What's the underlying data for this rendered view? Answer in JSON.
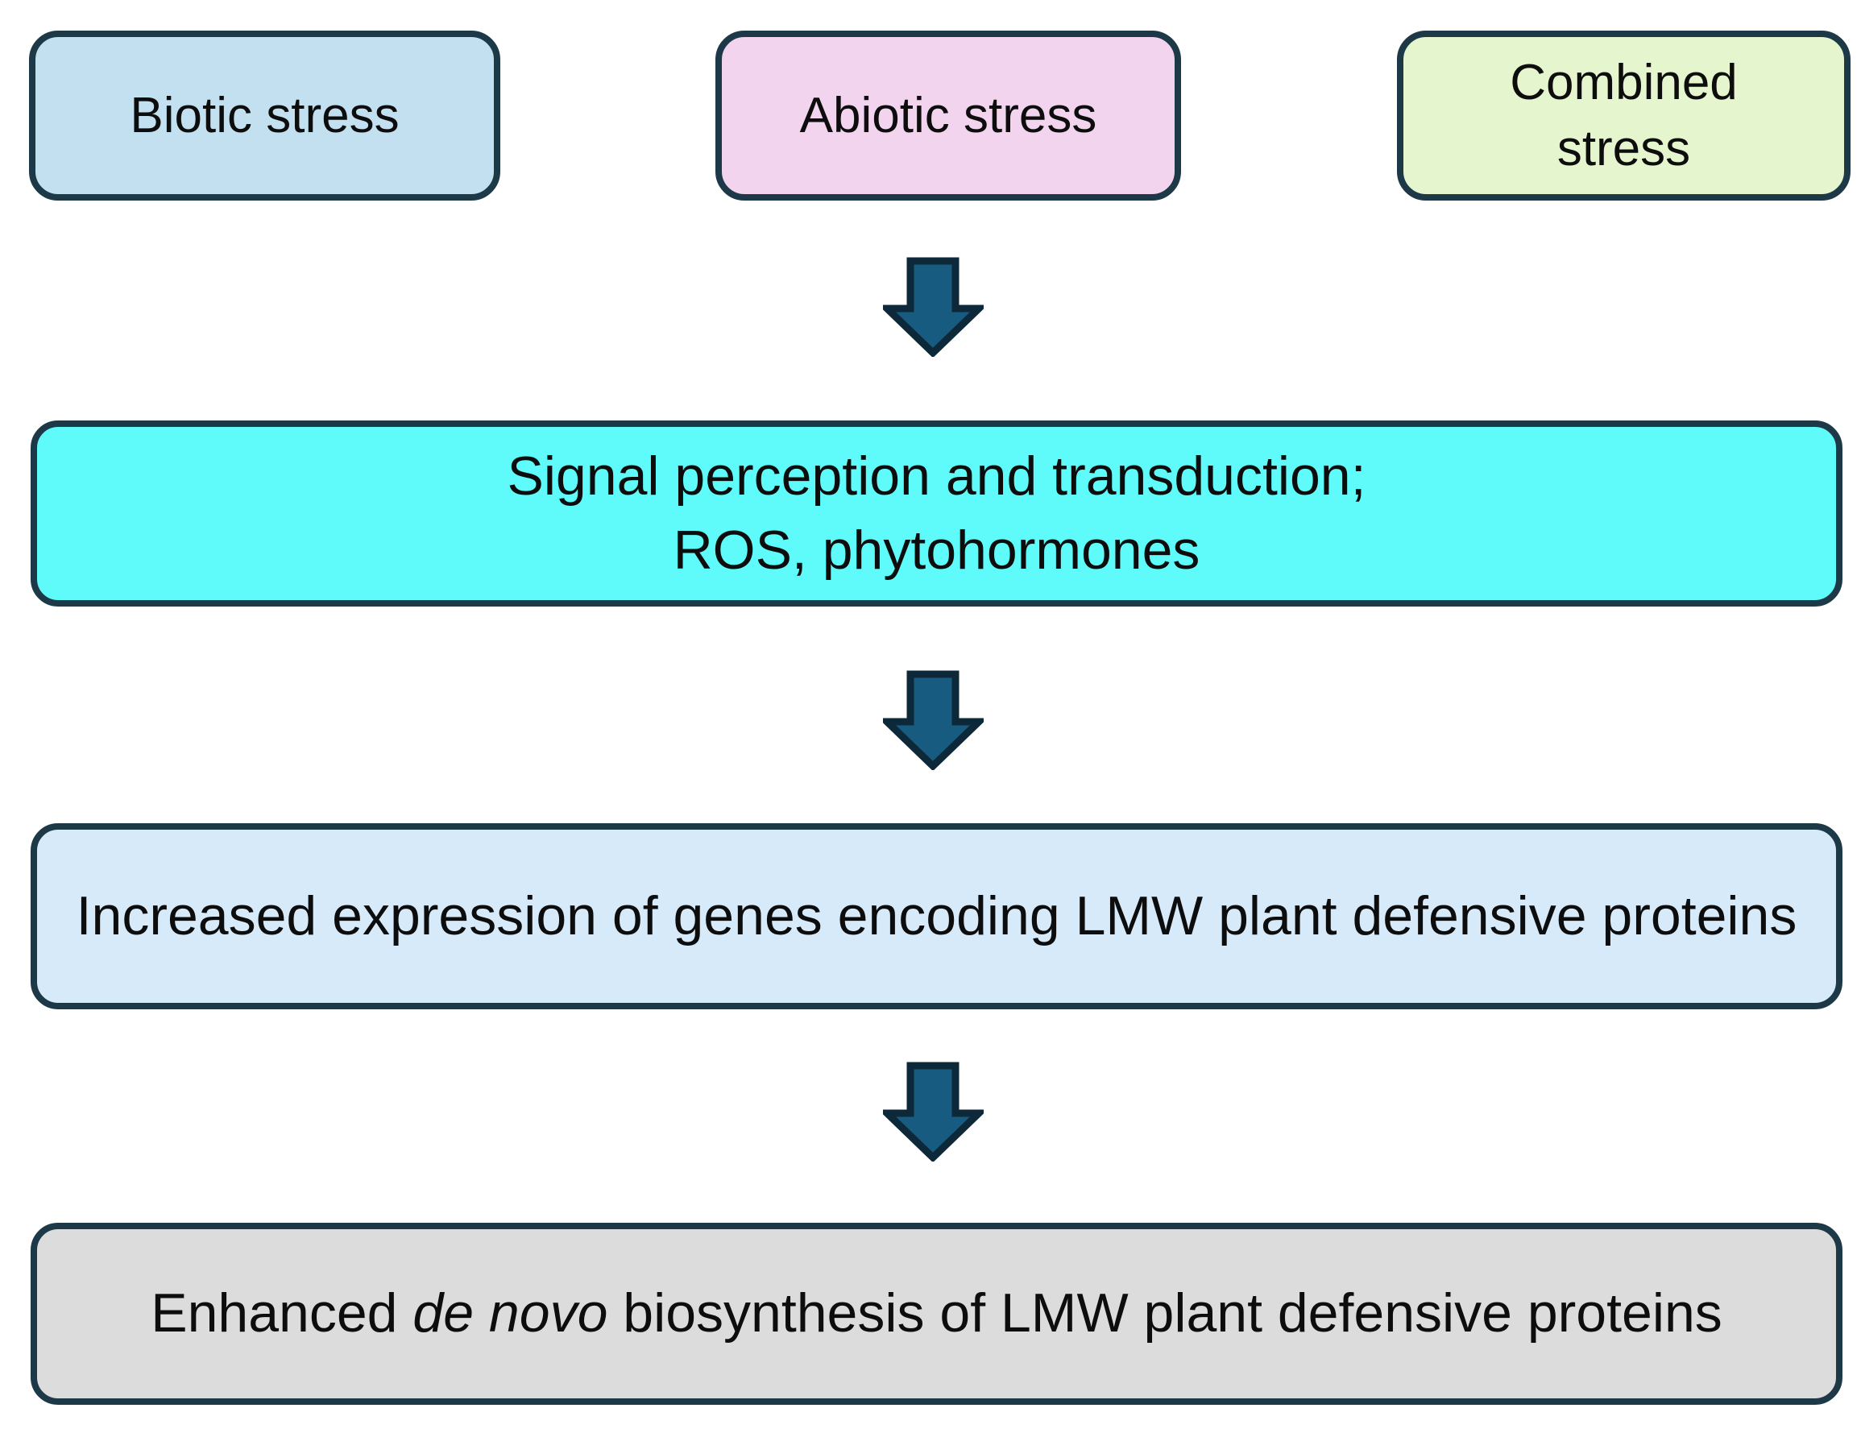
{
  "palette": {
    "page-bg": "#ffffff",
    "node-border": "#1d3947",
    "arrow-fill": "#175c80",
    "arrow-outline": "#0d2838",
    "text-color": "#0d0d0d"
  },
  "nodes": {
    "biotic": {
      "label": "Biotic stress",
      "fill": "#c2e0ef"
    },
    "abiotic": {
      "label": "Abiotic stress",
      "fill": "#f2d4ee"
    },
    "combined": {
      "label": "Combined stress",
      "fill": "#e5f5cd"
    },
    "signal": {
      "line1": "Signal perception and transduction;",
      "line2": "ROS, phytohormones",
      "fill": "#5ffafa"
    },
    "expression": {
      "label": "Increased expression of genes encoding LMW plant defensive proteins",
      "fill": "#d7eafa"
    },
    "biosynthesis": {
      "prefix": "Enhanced ",
      "italic": "de novo",
      "suffix": " biosynthesis of LMW plant defensive proteins",
      "fill": "#dcdcdc"
    }
  },
  "arrows": {
    "icon": "down-block-arrow",
    "count": 3
  }
}
